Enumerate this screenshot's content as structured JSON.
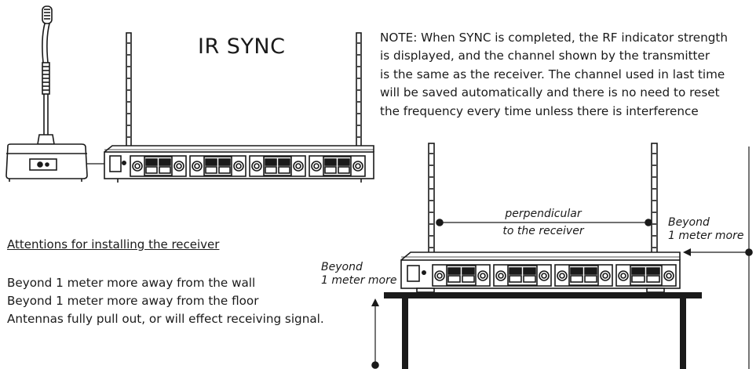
{
  "title": "IR SYNC",
  "note": [
    "NOTE: When SYNC is completed, the RF indicator strength",
    "is displayed, and the channel shown by the transmitter",
    "is the same as the receiver. The channel used in last time",
    "will be saved automatically and there is no need to reset",
    "the frequency every time unless there is interference"
  ],
  "attentions": {
    "heading": "Attentions for installing the receiver",
    "items": [
      "Beyond 1 meter more away from the wall",
      "Beyond 1 meter more away from the floor",
      "Antennas fully pull out, or will effect receiving signal."
    ]
  },
  "labels": {
    "perpendicular_line1": "perpendicular",
    "perpendicular_line2": "to the receiver",
    "beyond_wall_line1": "Beyond",
    "beyond_wall_line2": "1 meter more",
    "beyond_floor_line1": "Beyond",
    "beyond_floor_line2": "1 meter more"
  }
}
